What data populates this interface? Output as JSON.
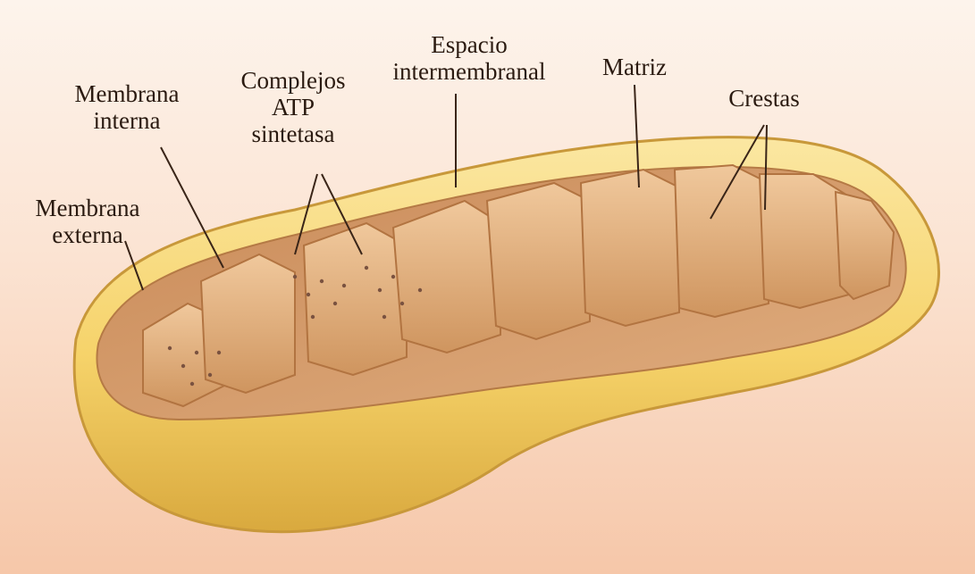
{
  "labels": {
    "membrana_interna": [
      "Membrana",
      "interna"
    ],
    "complejos_atp": [
      "Complejos",
      "ATP",
      "sintetasa"
    ],
    "espacio_intermembranal": [
      "Espacio",
      "intermembranal"
    ],
    "matriz": [
      "Matriz"
    ],
    "crestas": [
      "Crestas"
    ],
    "membrana_externa": [
      "Membrana",
      "externa"
    ]
  },
  "colors": {
    "background_top": "#fdf4ec",
    "background_bottom": "#f6c7a9",
    "outer_membrane": "#f6d36a",
    "inner_surface": "#d69a66",
    "cristae": "#e3b07f",
    "text": "#2a1a10"
  }
}
